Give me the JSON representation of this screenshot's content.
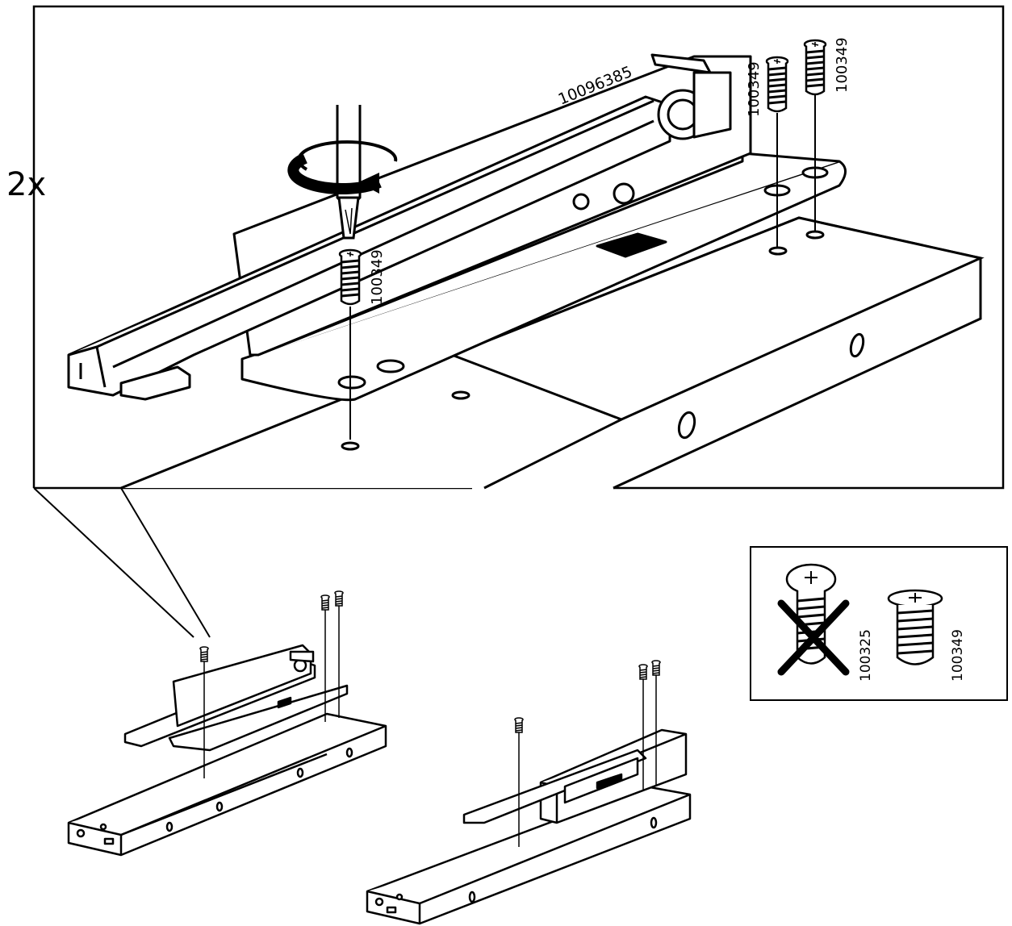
{
  "step": {
    "quantity": "2x"
  },
  "parts": {
    "slide_rail": "10096385",
    "screw_id": "100349",
    "wrong_screw_id": "100325"
  },
  "colors": {
    "ink": "#000000",
    "paper": "#ffffff"
  },
  "icons": [
    "screwdriver-icon",
    "rotate-arrow-icon",
    "screw-icon",
    "cross-out-icon"
  ]
}
